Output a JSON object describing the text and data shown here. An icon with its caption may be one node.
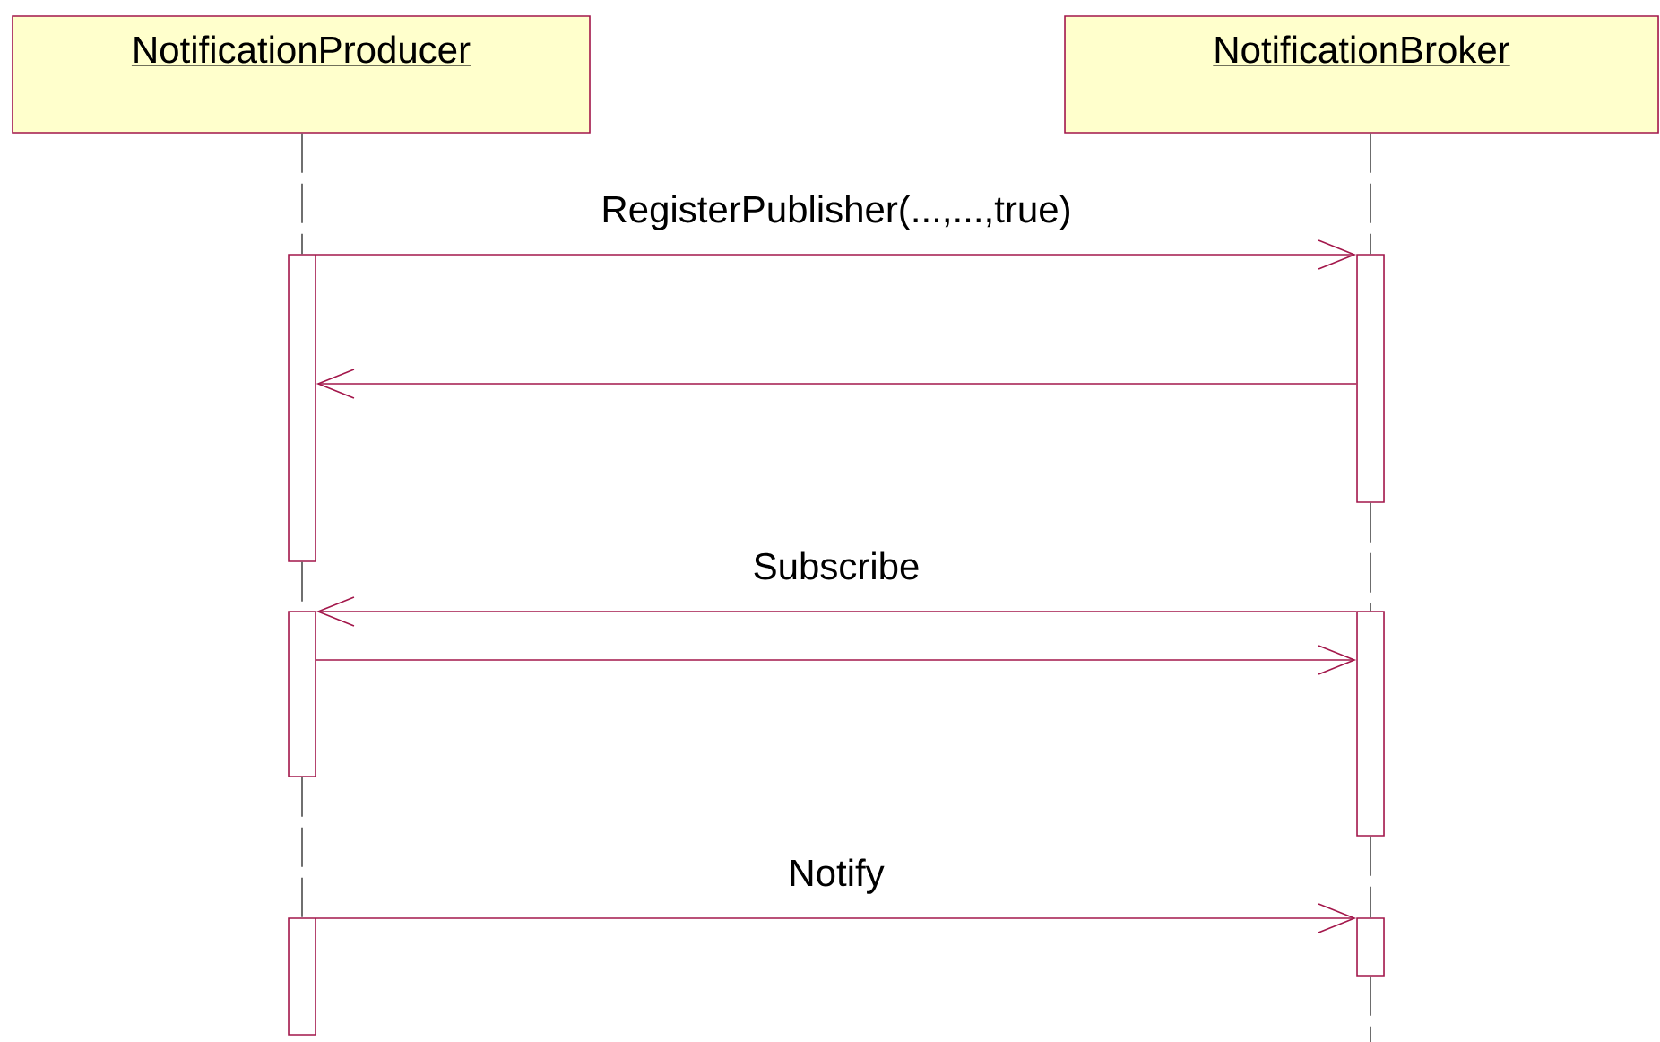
{
  "diagram": {
    "nodes": [
      {
        "text": [
          "NotificationProducer"
        ]
      },
      {
        "text": [
          "NotificationBroker"
        ]
      },
      {
        "text": [],
        "shape": "bar"
      },
      {
        "text": [],
        "shape": "bar"
      },
      {
        "text": [],
        "shape": "bar"
      },
      {
        "text": [],
        "shape": "bar"
      },
      {
        "text": [],
        "shape": "bar"
      },
      {
        "text": [],
        "shape": "bar"
      }
    ],
    "edges": [
      {
        "from": 2,
        "to": 3,
        "arrow": "to",
        "label": "RegisterPublisher(...,...,true)",
        "color": "#a3174b"
      },
      {
        "from": 3,
        "to": 2,
        "arrow": "to",
        "color": "#a3174b"
      },
      {
        "from": 5,
        "to": 4,
        "arrow": "to",
        "label": "Subscribe",
        "color": "#a3174b"
      },
      {
        "from": 4,
        "to": 5,
        "arrow": "to",
        "color": "#a3174b"
      },
      {
        "from": 6,
        "to": 7,
        "arrow": "to",
        "label": "Notify",
        "color": "#a3174b"
      },
      {
        "from": 0,
        "to": 2,
        "arrow": "none",
        "style": "dashed"
      },
      {
        "from": 2,
        "to": 4,
        "arrow": "none",
        "style": "dashed"
      },
      {
        "from": 4,
        "to": 6,
        "arrow": "none",
        "style": "dashed"
      },
      {
        "from": 1,
        "to": 3,
        "arrow": "none",
        "style": "dashed"
      },
      {
        "from": 3,
        "to": 5,
        "arrow": "none",
        "style": "dashed"
      },
      {
        "from": 5,
        "to": 7,
        "arrow": "none",
        "style": "dashed"
      }
    ]
  }
}
